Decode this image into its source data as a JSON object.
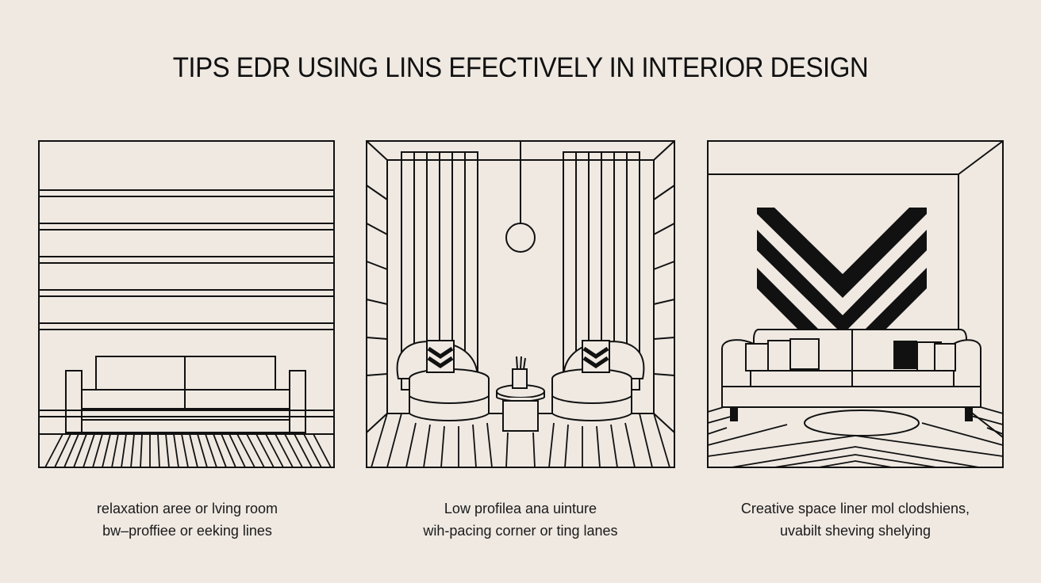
{
  "title": "TIPS EDR USING LINS EFECTIVELY IN INTERIOR DESIGN",
  "panels": [
    {
      "caption_line1": "relaxation aree or lving room",
      "caption_line2": "bw–proffiee or eeking lines"
    },
    {
      "caption_line1": "Low profilea ana uinture",
      "caption_line2": "wih-pacing corner or ting lanes"
    },
    {
      "caption_line1": "Creative space liner mol clodshiens,",
      "caption_line2": "uvabilt sheving shelying"
    }
  ],
  "colors": {
    "background": "#efe9e2",
    "ink": "#111111"
  }
}
